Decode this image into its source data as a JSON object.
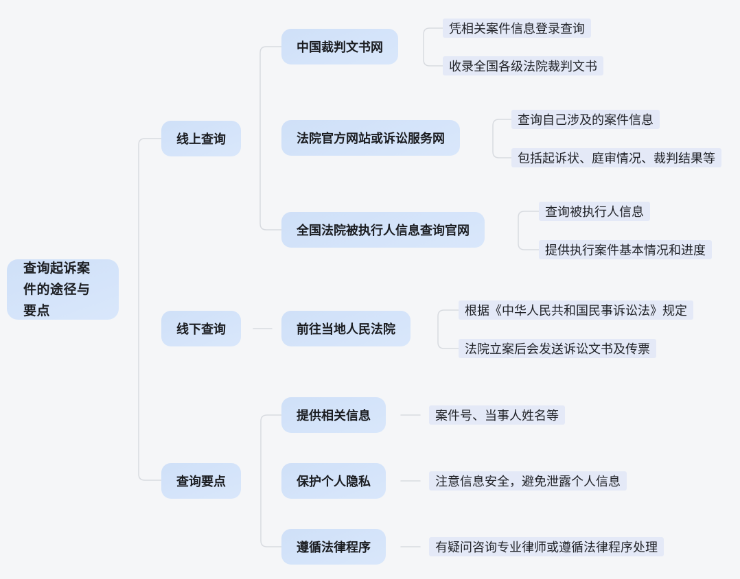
{
  "title": "查询起诉案件的途径与要点",
  "colors": {
    "background": "#f5f6f8",
    "node_fill": "#d3e2f9",
    "leaf_fill": "#e4e9f7",
    "connector": "#d8dbe0",
    "text": "#1b1c1f"
  },
  "root": {
    "label": "查询起诉案件的途径与要点"
  },
  "branches": [
    {
      "label": "线上查询",
      "children": [
        {
          "label": "中国裁判文书网",
          "leaves": [
            "凭相关案件信息登录查询",
            "收录全国各级法院裁判文书"
          ]
        },
        {
          "label": "法院官方网站或诉讼服务网",
          "leaves": [
            "查询自己涉及的案件信息",
            "包括起诉状、庭审情况、裁判结果等"
          ]
        },
        {
          "label": "全国法院被执行人信息查询官网",
          "leaves": [
            "查询被执行人信息",
            "提供执行案件基本情况和进度"
          ]
        }
      ]
    },
    {
      "label": "线下查询",
      "children": [
        {
          "label": "前往当地人民法院",
          "leaves": [
            "根据《中华人民共和国民事诉讼法》规定",
            "法院立案后会发送诉讼文书及传票"
          ]
        }
      ]
    },
    {
      "label": "查询要点",
      "children": [
        {
          "label": "提供相关信息",
          "leaves": [
            "案件号、当事人姓名等"
          ]
        },
        {
          "label": "保护个人隐私",
          "leaves": [
            "注意信息安全，避免泄露个人信息"
          ]
        },
        {
          "label": "遵循法律程序",
          "leaves": [
            "有疑问咨询专业律师或遵循法律程序处理"
          ]
        }
      ]
    }
  ]
}
